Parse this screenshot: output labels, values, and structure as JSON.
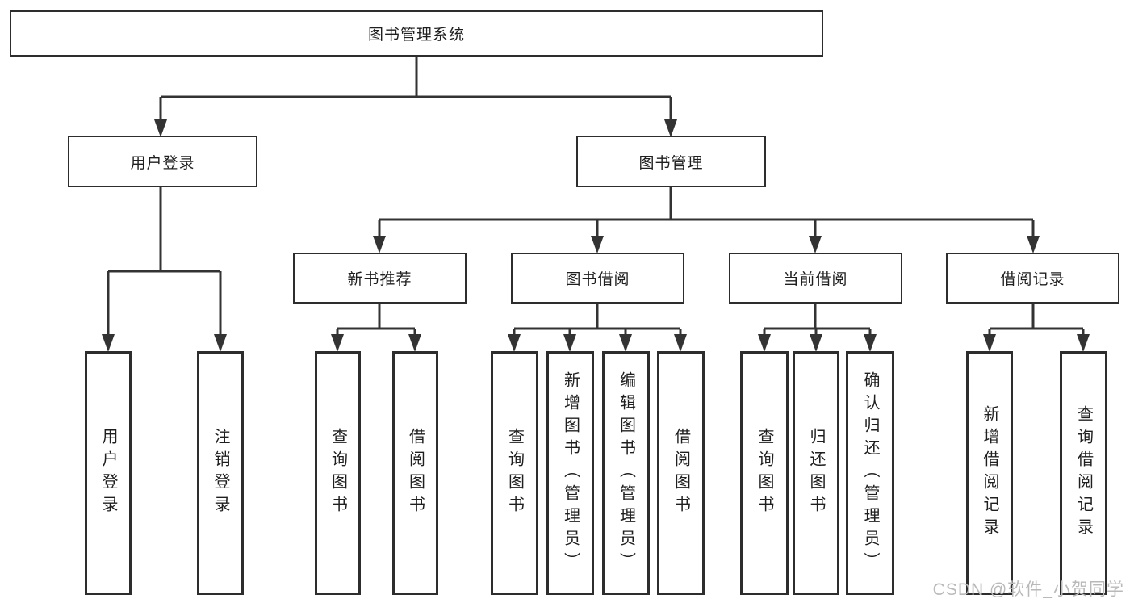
{
  "diagram_title": "图书管理系统",
  "tree": {
    "label": "图书管理系统",
    "children": [
      {
        "label": "用户登录",
        "children": [
          {
            "label": "用户登录"
          },
          {
            "label": "注销登录"
          }
        ]
      },
      {
        "label": "图书管理",
        "children": [
          {
            "label": "新书推荐",
            "children": [
              {
                "label": "查询图书"
              },
              {
                "label": "借阅图书"
              }
            ]
          },
          {
            "label": "图书借阅",
            "children": [
              {
                "label": "查询图书"
              },
              {
                "label": "新增图书（管理员）"
              },
              {
                "label": "编辑图书（管理员）"
              },
              {
                "label": "借阅图书"
              }
            ]
          },
          {
            "label": "当前借阅",
            "children": [
              {
                "label": "查询图书"
              },
              {
                "label": "归还图书"
              },
              {
                "label": "确认归还（管理员）"
              }
            ]
          },
          {
            "label": "借阅记录",
            "children": [
              {
                "label": "新增借阅记录"
              },
              {
                "label": "查询借阅记录"
              }
            ]
          }
        ]
      }
    ]
  },
  "watermark": {
    "text": "CSDN @软件_小贺同学"
  },
  "colors": {
    "line": "#333333",
    "border": "#2d2d2d",
    "text": "#1f1f1f",
    "watermark": "#b9b9b9",
    "background": "#ffffff"
  }
}
